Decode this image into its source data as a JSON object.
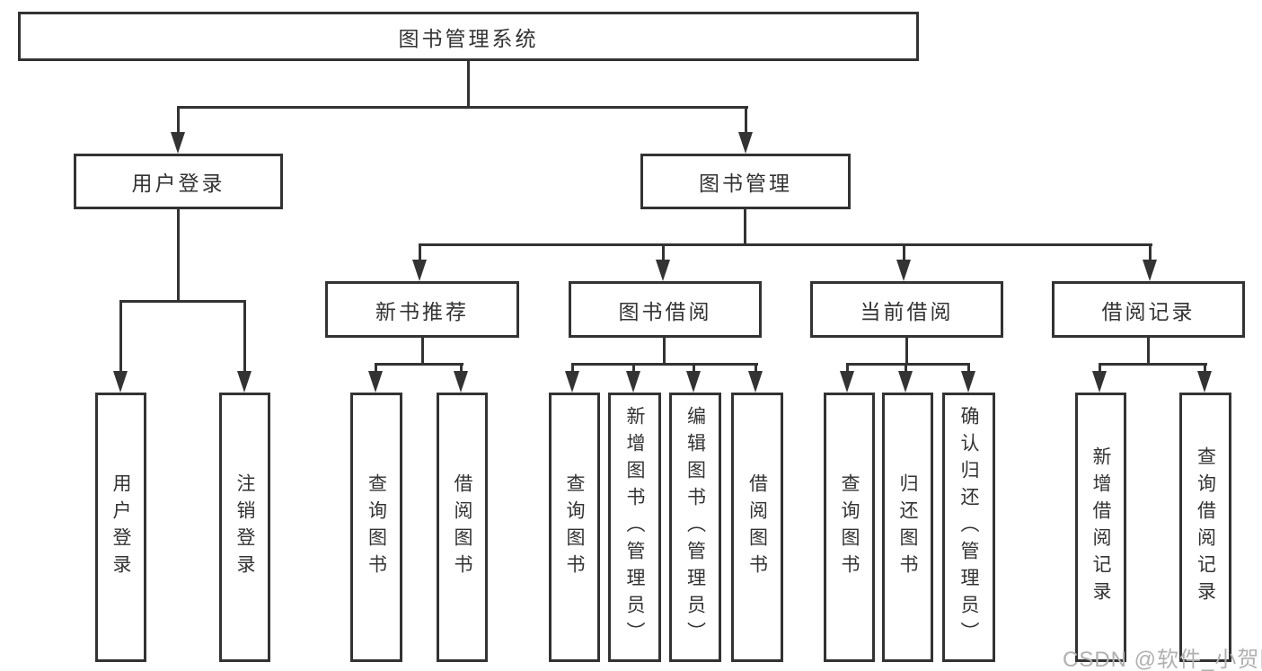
{
  "nodes": {
    "root": "图书管理系统",
    "user_login": "用户登录",
    "book_mgmt": "图书管理",
    "new_book_rec": "新书推荐",
    "book_borrow": "图书借阅",
    "current_borrow": "当前借阅",
    "borrow_record": "借阅记录",
    "leaf_user_login": "用户登录",
    "leaf_logout": "注销登录",
    "leaf_query_book_rec": "查询图书",
    "leaf_borrow_book_rec": "借阅图书",
    "leaf_query_book_borrow": "查询图书",
    "leaf_add_book": "新增图书（管理员）",
    "leaf_edit_book": "编辑图书（管理员）",
    "leaf_borrow_book": "借阅图书",
    "leaf_query_book_cur": "查询图书",
    "leaf_return_book": "归还图书",
    "leaf_confirm_return": "确认归还（管理员）",
    "leaf_add_borrow_record": "新增借阅记录",
    "leaf_query_borrow_record": "查询借阅记录"
  },
  "watermark": "CSDN @软件_小贺同学",
  "colors": {
    "line": "#333333",
    "text": "#333333",
    "watermark": "#b0b0b0",
    "background": "#ffffff"
  }
}
